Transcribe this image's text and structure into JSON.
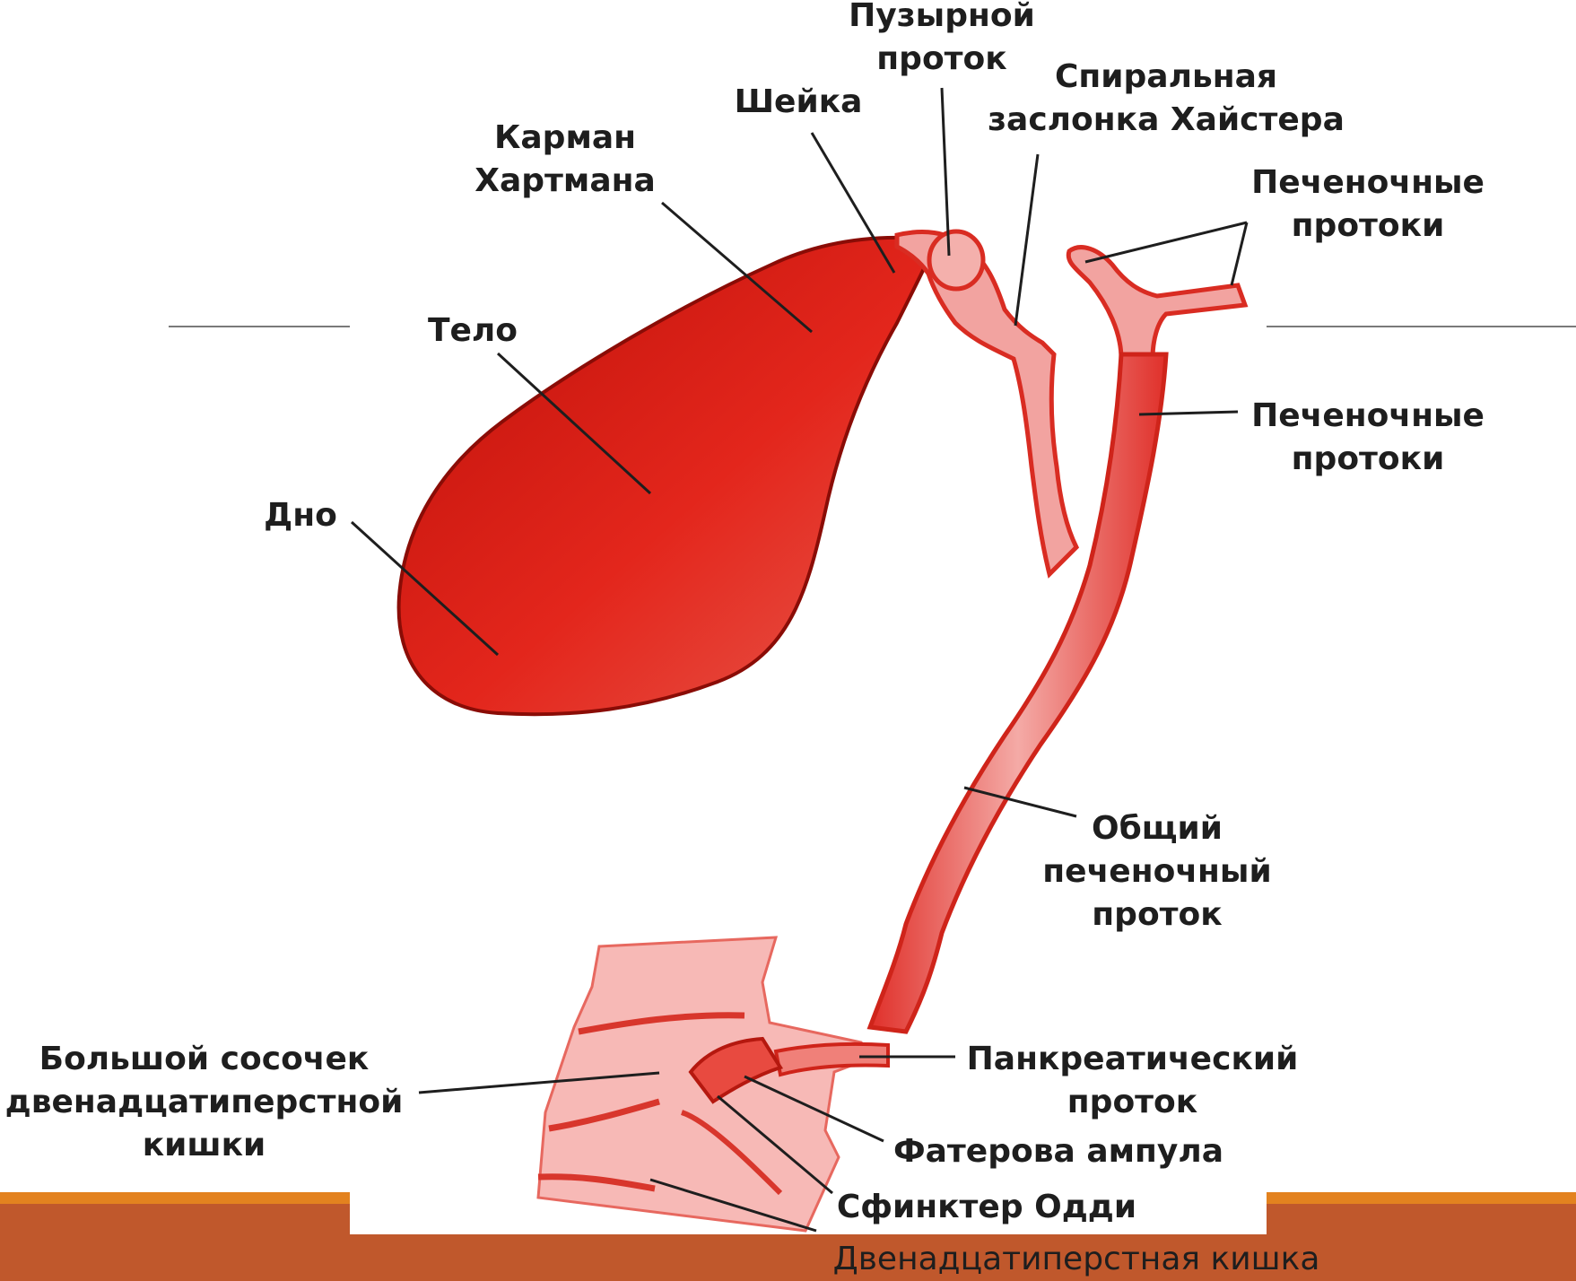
{
  "colors": {
    "organ_red": "#e3261c",
    "organ_dark": "#8a0c06",
    "duct_light": "#f2a3a0",
    "duodenum": "#f7b9b6",
    "line": "#1e1e1e",
    "footer_orange": "#e3821f",
    "footer_rust": "#c0582c"
  },
  "labels": {
    "pouch": [
      "Пузырной",
      "проток"
    ],
    "neck": "Шейка",
    "spiral_valve": [
      "Спиральная",
      "заслонка Хайстера"
    ],
    "hartmann": [
      "Карман",
      "Хартмана"
    ],
    "hepatic_ducts_top": [
      "Печеночные",
      "протоки"
    ],
    "body": "Тело",
    "hepatic_ducts_mid": [
      "Печеночные",
      "протоки"
    ],
    "fundus": "Дно",
    "common_hepatic": [
      "Общий",
      "печеночный",
      "проток"
    ],
    "major_papilla": [
      "Большой сосочек",
      "двенадцатиперстной",
      "кишки"
    ],
    "pancreatic_duct": [
      "Панкреатический",
      "проток"
    ],
    "vater_ampulla": "Фатерова ампула",
    "oddi_sphincter": "Сфинктер Одди",
    "duodenum": "Двенадцатиперстная кишка"
  }
}
